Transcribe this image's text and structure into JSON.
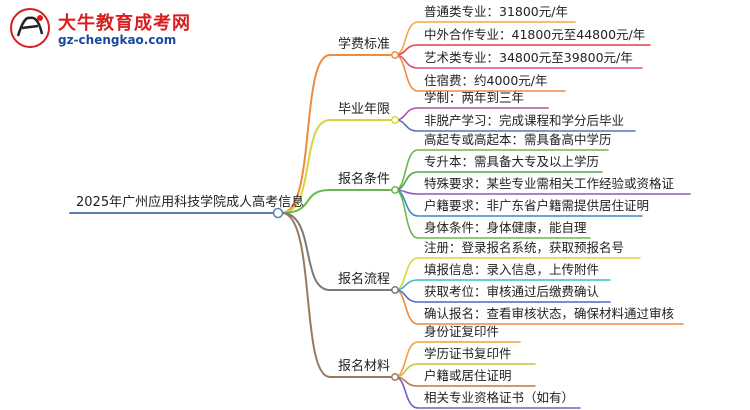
{
  "logo": {
    "name": "大牛教育成考网",
    "url": "gz-chengkao.com",
    "colors": {
      "name": "#d81e1e",
      "url": "#1a4aa0"
    }
  },
  "root": {
    "label": "2025年广州应用科技学院成人高考信息",
    "color": "#5b7fb4"
  },
  "branches": [
    {
      "label": "学费标准",
      "color": "#f08a3c",
      "leaves": [
        {
          "label": "普通类专业：31800元/年",
          "color": "#f5a64a"
        },
        {
          "label": "中外合作专业：41800元至44800元/年",
          "color": "#e0423e"
        },
        {
          "label": "艺术类专业：34800元至39800元/年",
          "color": "#e0507c"
        },
        {
          "label": "住宿费：约4000元/年",
          "color": "#f08a3c"
        }
      ]
    },
    {
      "label": "毕业年限",
      "color": "#d6d63a",
      "leaves": [
        {
          "label": "学制：两年到三年",
          "color": "#b54aa8"
        },
        {
          "label": "非脱产学习：完成课程和学分后毕业",
          "color": "#5a6fc4"
        }
      ]
    },
    {
      "label": "报名条件",
      "color": "#6ab84a",
      "leaves": [
        {
          "label": "高起专或高起本：需具备高中学历",
          "color": "#6ab84a"
        },
        {
          "label": "专升本：需具备大专及以上学历",
          "color": "#4aa84a"
        },
        {
          "label": "特殊要求：某些专业需相关工作经验或资格证",
          "color": "#8a5ac4"
        },
        {
          "label": "户籍要求：非广东省户籍需提供居住证明",
          "color": "#3a8ac4"
        },
        {
          "label": "身体条件：身体健康，能自理",
          "color": "#6ab84a"
        }
      ]
    },
    {
      "label": "报名流程",
      "color": "#7a7a7a",
      "leaves": [
        {
          "label": "注册：登录报名系统，获取预报名号",
          "color": "#d6d63a"
        },
        {
          "label": "填报信息：录入信息，上传附件",
          "color": "#3ab8c4"
        },
        {
          "label": "获取考位：审核通过后缴费确认",
          "color": "#4a6ac4"
        },
        {
          "label": "确认报名：查看审核状态，确保材料通过审核",
          "color": "#f08a3c"
        }
      ]
    },
    {
      "label": "报名材料",
      "color": "#9a7a5a",
      "leaves": [
        {
          "label": "身份证复印件",
          "color": "#f0a040"
        },
        {
          "label": "学历证书复印件",
          "color": "#c4c43a"
        },
        {
          "label": "户籍或居住证明",
          "color": "#b87a4a"
        },
        {
          "label": "相关专业资格证书（如有）",
          "color": "#7a5ac4"
        }
      ]
    }
  ]
}
